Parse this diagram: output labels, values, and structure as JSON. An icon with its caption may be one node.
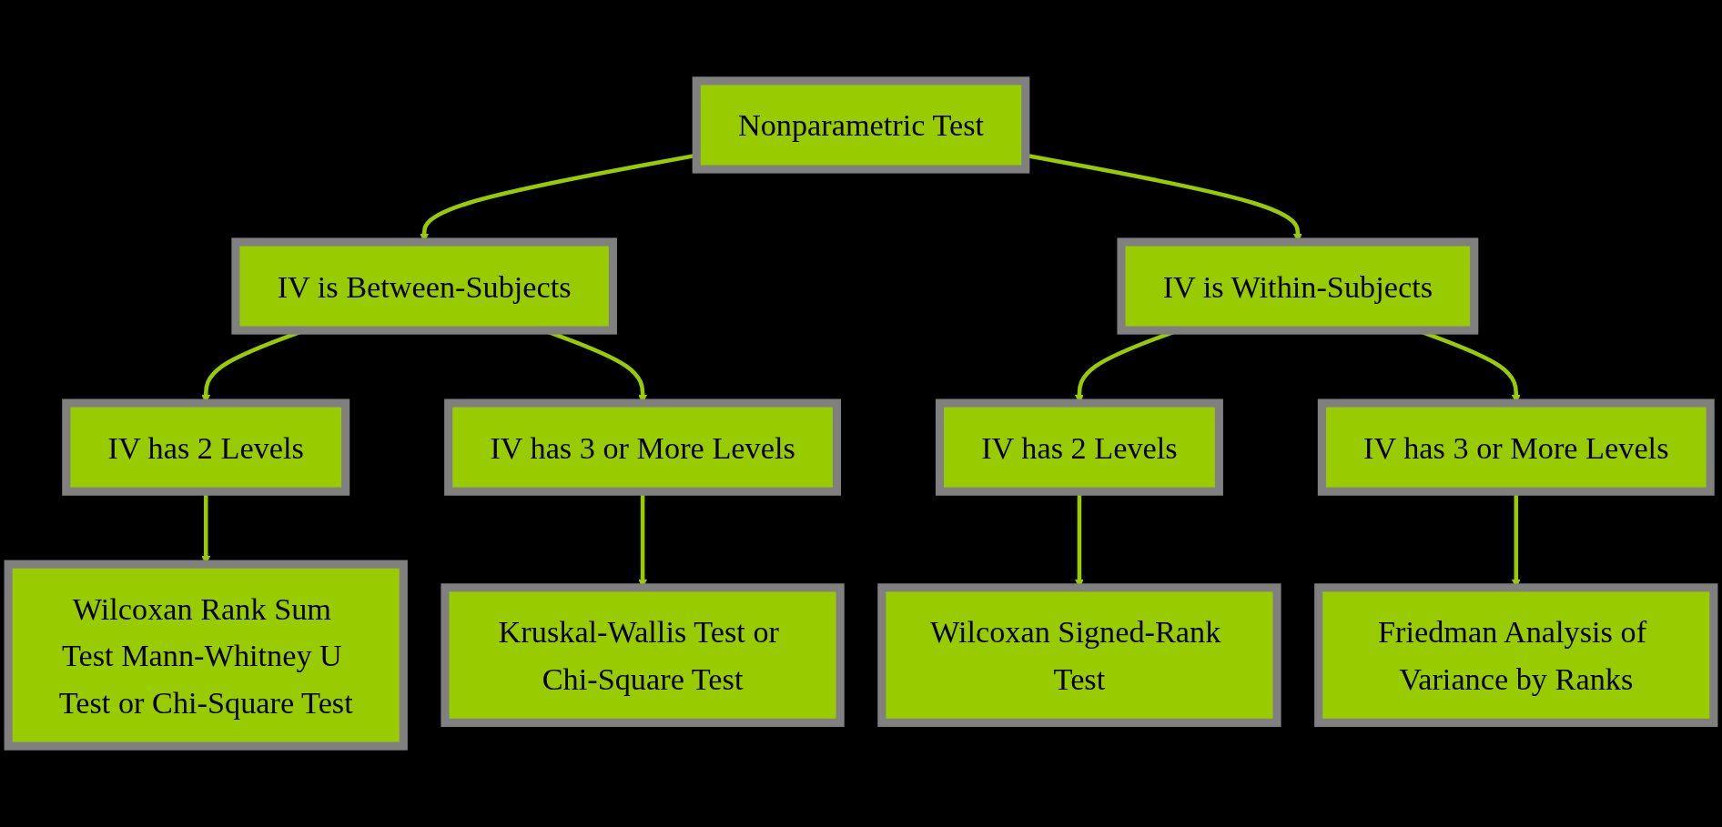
{
  "diagram": {
    "nodes": [
      {
        "text": [
          "Nonparametric Test"
        ]
      },
      {
        "text": [
          "IV is Between-Subjects"
        ]
      },
      {
        "text": [
          "IV is Within-Subjects"
        ]
      },
      {
        "text": [
          "IV has 2 Levels"
        ]
      },
      {
        "text": [
          "IV has 3 or More Levels"
        ]
      },
      {
        "text": [
          "IV has 2 Levels"
        ]
      },
      {
        "text": [
          "IV has 3 or More Levels"
        ]
      },
      {
        "text": [
          "Wilcoxan Rank Sum Test Mann-Whitney U Test or Chi-Square Test"
        ]
      },
      {
        "text": [
          "Kruskal-Wallis Test or Chi-Square Test"
        ]
      },
      {
        "text": [
          "Wilcoxan Signed-Rank Test"
        ]
      },
      {
        "text": [
          "Friedman Analysis of Variance by Ranks"
        ]
      }
    ],
    "edges": [
      {
        "from": 0,
        "to": 1,
        "arrow": "to"
      },
      {
        "from": 0,
        "to": 2,
        "arrow": "to"
      },
      {
        "from": 1,
        "to": 3,
        "arrow": "to"
      },
      {
        "from": 1,
        "to": 4,
        "arrow": "to"
      },
      {
        "from": 2,
        "to": 5,
        "arrow": "to"
      },
      {
        "from": 2,
        "to": 6,
        "arrow": "to"
      },
      {
        "from": 3,
        "to": 7,
        "arrow": "to"
      },
      {
        "from": 4,
        "to": 8,
        "arrow": "to"
      },
      {
        "from": 5,
        "to": 9,
        "arrow": "to"
      },
      {
        "from": 6,
        "to": 10,
        "arrow": "to"
      }
    ]
  }
}
